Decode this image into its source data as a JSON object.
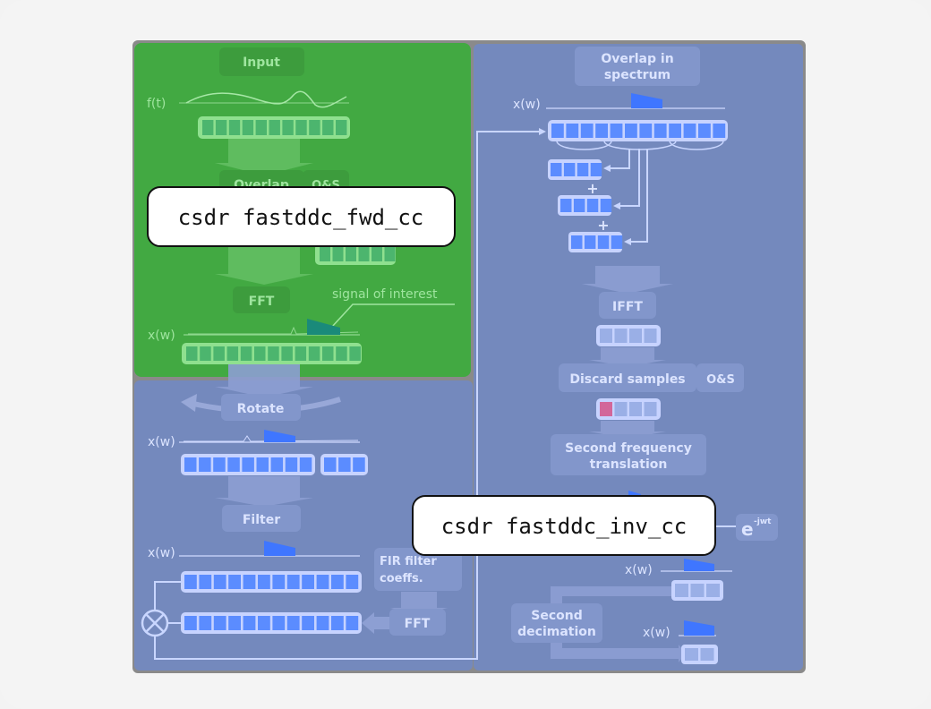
{
  "colors": {
    "frame": "#8a8a8a",
    "green_panel": "#42a942",
    "blue_panel": "#7489bd",
    "cell_blue": "#5b8cff",
    "cell_green": "#4cb56e",
    "accent_pink": "#d2679a"
  },
  "fwd": {
    "input_label": "Input",
    "ft_label": "f(t)",
    "overlap_label": "Overlap",
    "os_label": "O&S",
    "fft_label": "FFT",
    "signal_label": "signal of interest",
    "xw_label": "x(w)"
  },
  "lower_left": {
    "rotate_label": "Rotate",
    "xw1": "x(w)",
    "filter_label": "Filter",
    "xw2": "x(w)",
    "fir_label_1": "FIR filter",
    "fir_label_2": "coeffs.",
    "fft_label": "FFT"
  },
  "right": {
    "overlap_1": "Overlap in",
    "overlap_2": "spectrum",
    "xw_top": "x(w)",
    "plus_1": "+",
    "plus_2": "+",
    "ifft_label": "IFFT",
    "discard_label": "Discard samples",
    "os_label": "O&S",
    "second_freq_1": "Second frequency",
    "second_freq_2": "translation",
    "ejwt_base": "e",
    "ejwt_sup": "-jwt",
    "xw_mid": "x(w)",
    "second_dec_1": "Second",
    "second_dec_2": "decimation",
    "xw_bottom": "x(w)"
  },
  "callouts": {
    "fwd": "csdr fastddc_fwd_cc",
    "inv": "csdr fastddc_inv_cc"
  }
}
